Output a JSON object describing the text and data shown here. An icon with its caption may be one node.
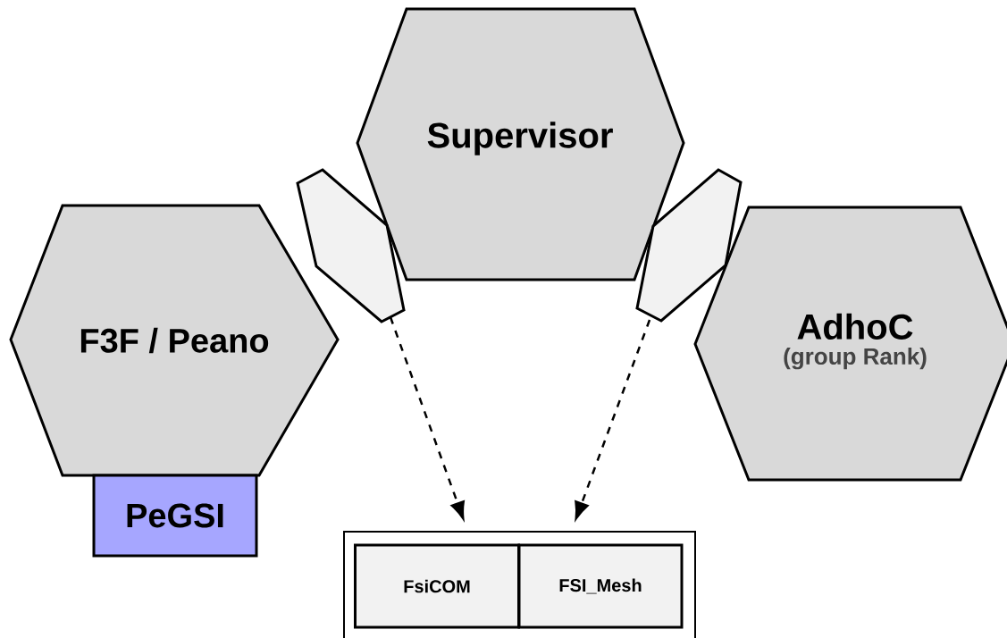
{
  "diagram": {
    "nodes": [
      {
        "text": [
          "Supervisor"
        ]
      },
      {
        "text": [
          "F3F / Peano"
        ]
      },
      {
        "text": [
          "PeGSI"
        ]
      },
      {
        "text": [
          "AdhoC",
          "(group Rank)"
        ]
      },
      {
        "text": [],
        "shape": "hexagon"
      },
      {
        "text": [],
        "shape": "hexagon"
      },
      {
        "text": [],
        "shape": "box"
      },
      {
        "text": [
          "FsiCOM"
        ],
        "in": 6
      },
      {
        "text": [
          "FSI_Mesh"
        ],
        "in": 6
      }
    ],
    "edges": [
      {
        "from": 4,
        "to": 7,
        "arrow": "to",
        "style": "dashed"
      },
      {
        "from": 5,
        "to": 8,
        "arrow": "to",
        "style": "dashed"
      }
    ]
  }
}
